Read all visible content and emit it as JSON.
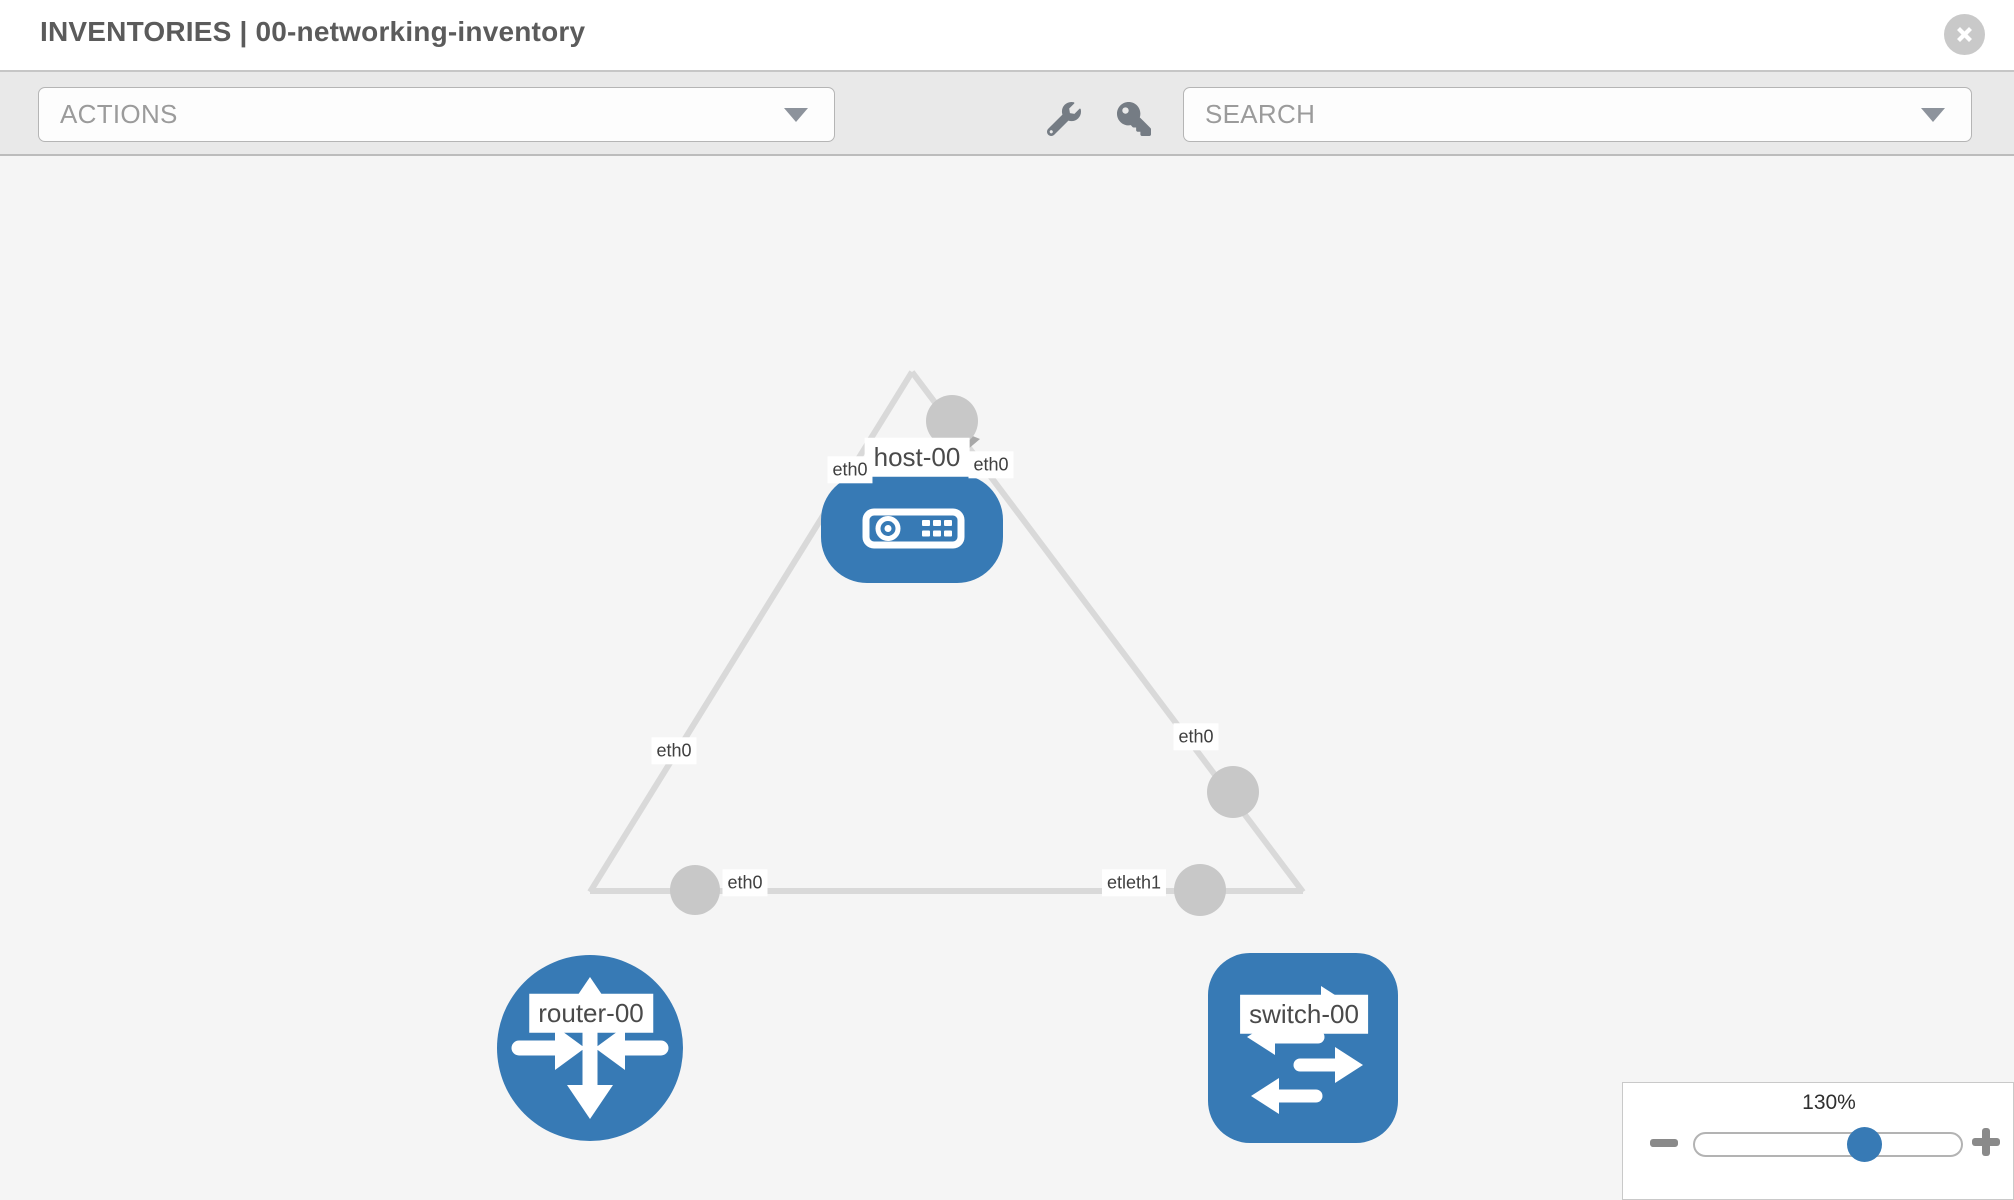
{
  "header": {
    "title": "INVENTORIES | 00-networking-inventory"
  },
  "toolbar": {
    "actions_placeholder": "ACTIONS",
    "search_placeholder": "SEARCH",
    "tools": [
      "wrench",
      "key"
    ]
  },
  "topology": {
    "nodes": [
      {
        "label": "host-00",
        "type": "host",
        "shape": "rounded-rect"
      },
      {
        "label": "router-00",
        "type": "router",
        "shape": "circle"
      },
      {
        "label": "switch-00",
        "type": "switch",
        "shape": "rounded-square"
      }
    ],
    "links": [
      {
        "from": "host-00",
        "to": "router-00",
        "from_interface": "eth0",
        "to_interface": "eth0"
      },
      {
        "from": "host-00",
        "to": "switch-00",
        "from_interface": "eth0",
        "to_interface": "eth0"
      },
      {
        "from": "router-00",
        "to": "switch-00",
        "from_interface": "eth0",
        "to_interface": "eth1"
      }
    ],
    "edge_labels": [
      {
        "text": "eth0"
      },
      {
        "text": "eth0"
      },
      {
        "text": "eth0"
      },
      {
        "text": "eth0"
      },
      {
        "text": "eth0"
      },
      {
        "text": "etleth1"
      }
    ]
  },
  "zoom_control": {
    "level": "130%"
  },
  "colors": {
    "node_blue": "#377ab5",
    "link_gray": "#d9d9d9",
    "interface_dot_gray": "#c8c8c8",
    "toolbar_bg": "#e9e9e9",
    "canvas_bg": "#f5f5f5"
  }
}
